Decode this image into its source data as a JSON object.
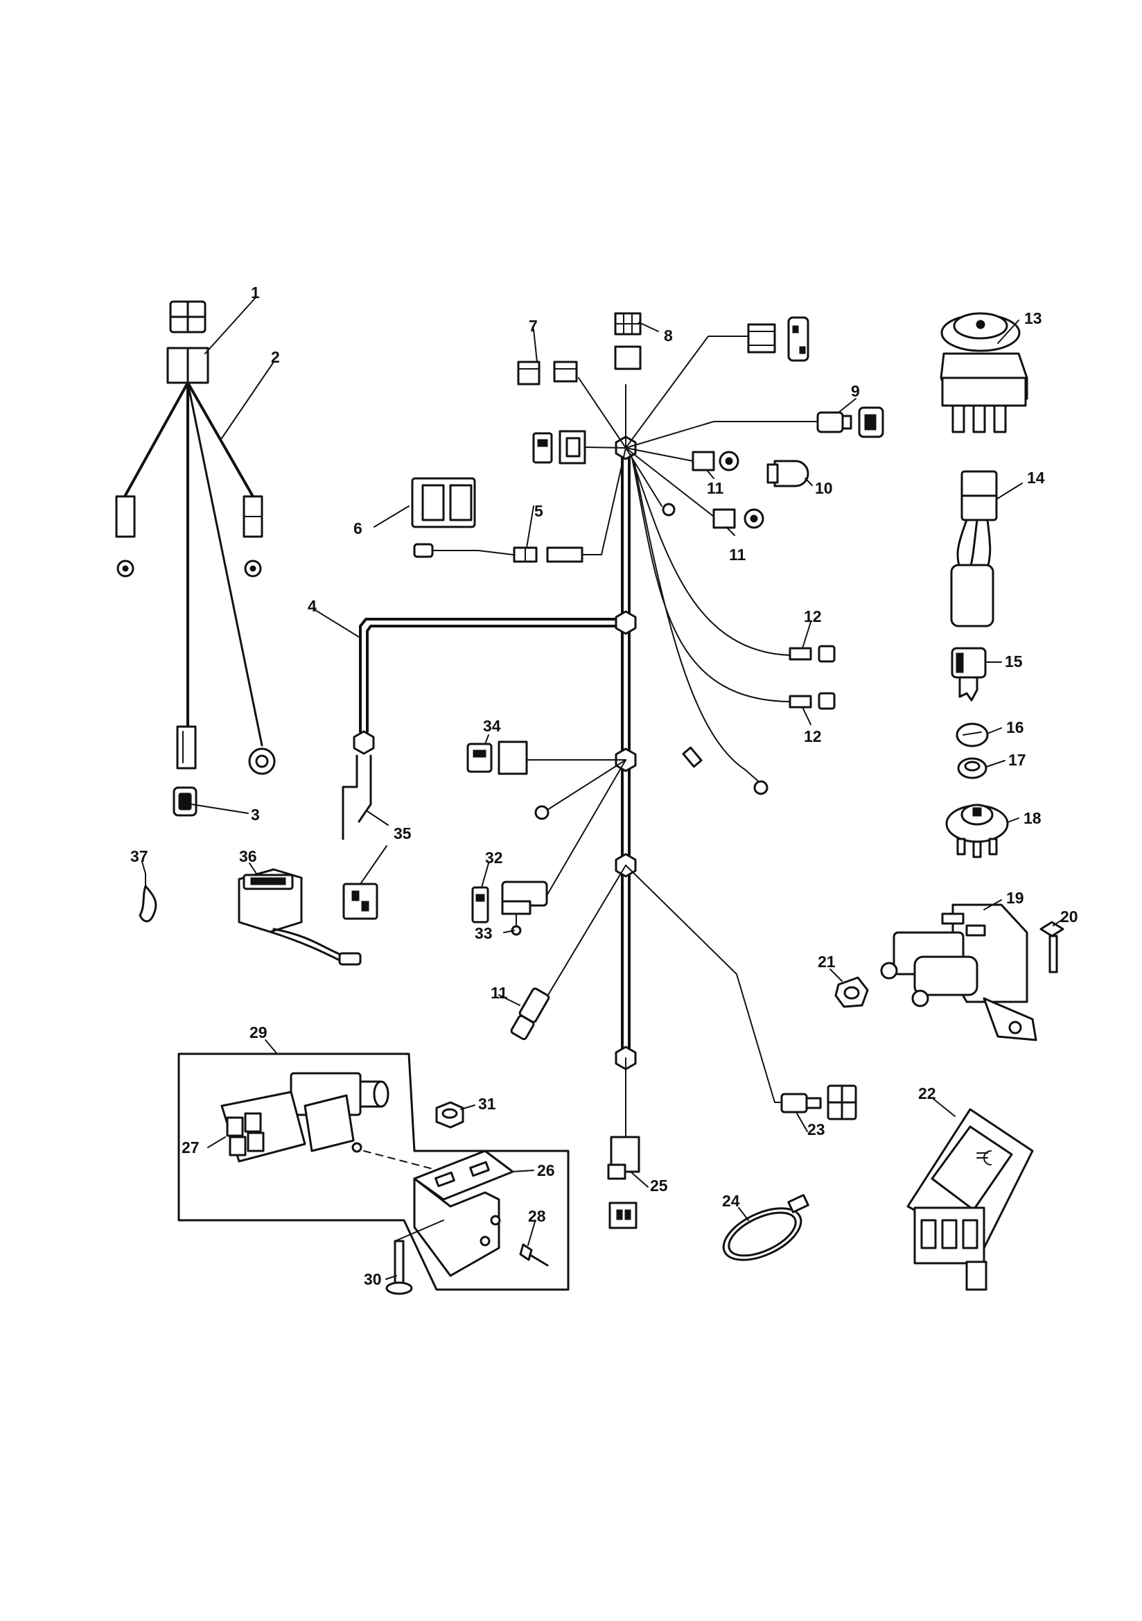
{
  "callouts": {
    "c1": "1",
    "c2": "2",
    "c3": "3",
    "c4": "4",
    "c5": "5",
    "c6": "6",
    "c7": "7",
    "c8": "8",
    "c9": "9",
    "c10": "10",
    "c11a": "11",
    "c11b": "11",
    "c11c": "11",
    "c12a": "12",
    "c12b": "12",
    "c13": "13",
    "c14": "14",
    "c15": "15",
    "c16": "16",
    "c17": "17",
    "c18": "18",
    "c19": "19",
    "c20": "20",
    "c21": "21",
    "c22": "22",
    "c23": "23",
    "c24": "24",
    "c25": "25",
    "c26": "26",
    "c27": "27",
    "c28": "28",
    "c29": "29",
    "c30": "30",
    "c31": "31",
    "c32": "32",
    "c33": "33",
    "c34": "34",
    "c35": "35",
    "c36": "36",
    "c37": "37"
  }
}
